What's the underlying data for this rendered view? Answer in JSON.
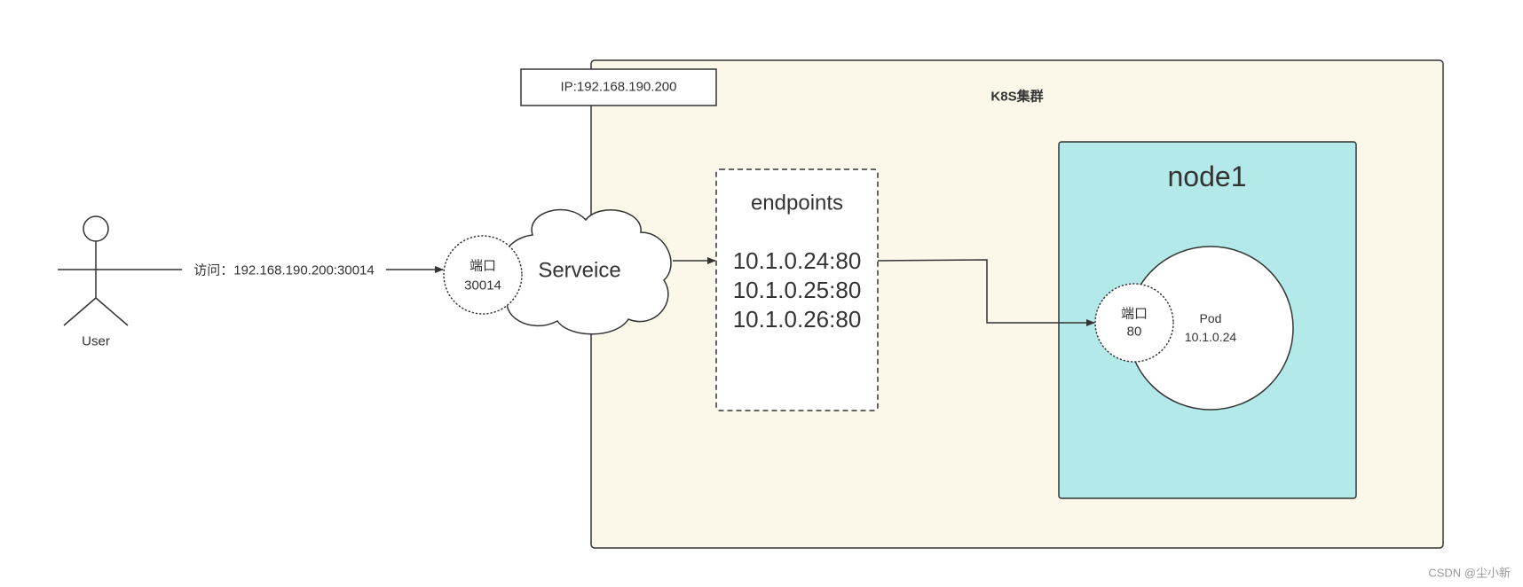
{
  "diagram": {
    "user": {
      "label": "User"
    },
    "access_edge": {
      "label": "访问：192.168.190.200:30014"
    },
    "service": {
      "label": "Serveice",
      "port": {
        "title": "端口",
        "value": "30014"
      }
    },
    "cluster": {
      "title": "K8S集群",
      "ip": "IP:192.168.190.200",
      "endpoints": {
        "title": "endpoints",
        "addresses": [
          "10.1.0.24:80",
          "10.1.0.25:80",
          "10.1.0.26:80"
        ]
      },
      "node": {
        "title": "node1",
        "pod": {
          "label": "Pod",
          "ip": "10.1.0.24",
          "port": {
            "title": "端口",
            "value": "80"
          }
        }
      }
    }
  },
  "watermark": "CSDN @尘小新",
  "colors": {
    "cluster_fill": "#fbf7e9",
    "node_fill": "#b3e9e9",
    "shape_fill": "#ffffff",
    "stroke": "#333333",
    "watermark": "#999999"
  }
}
